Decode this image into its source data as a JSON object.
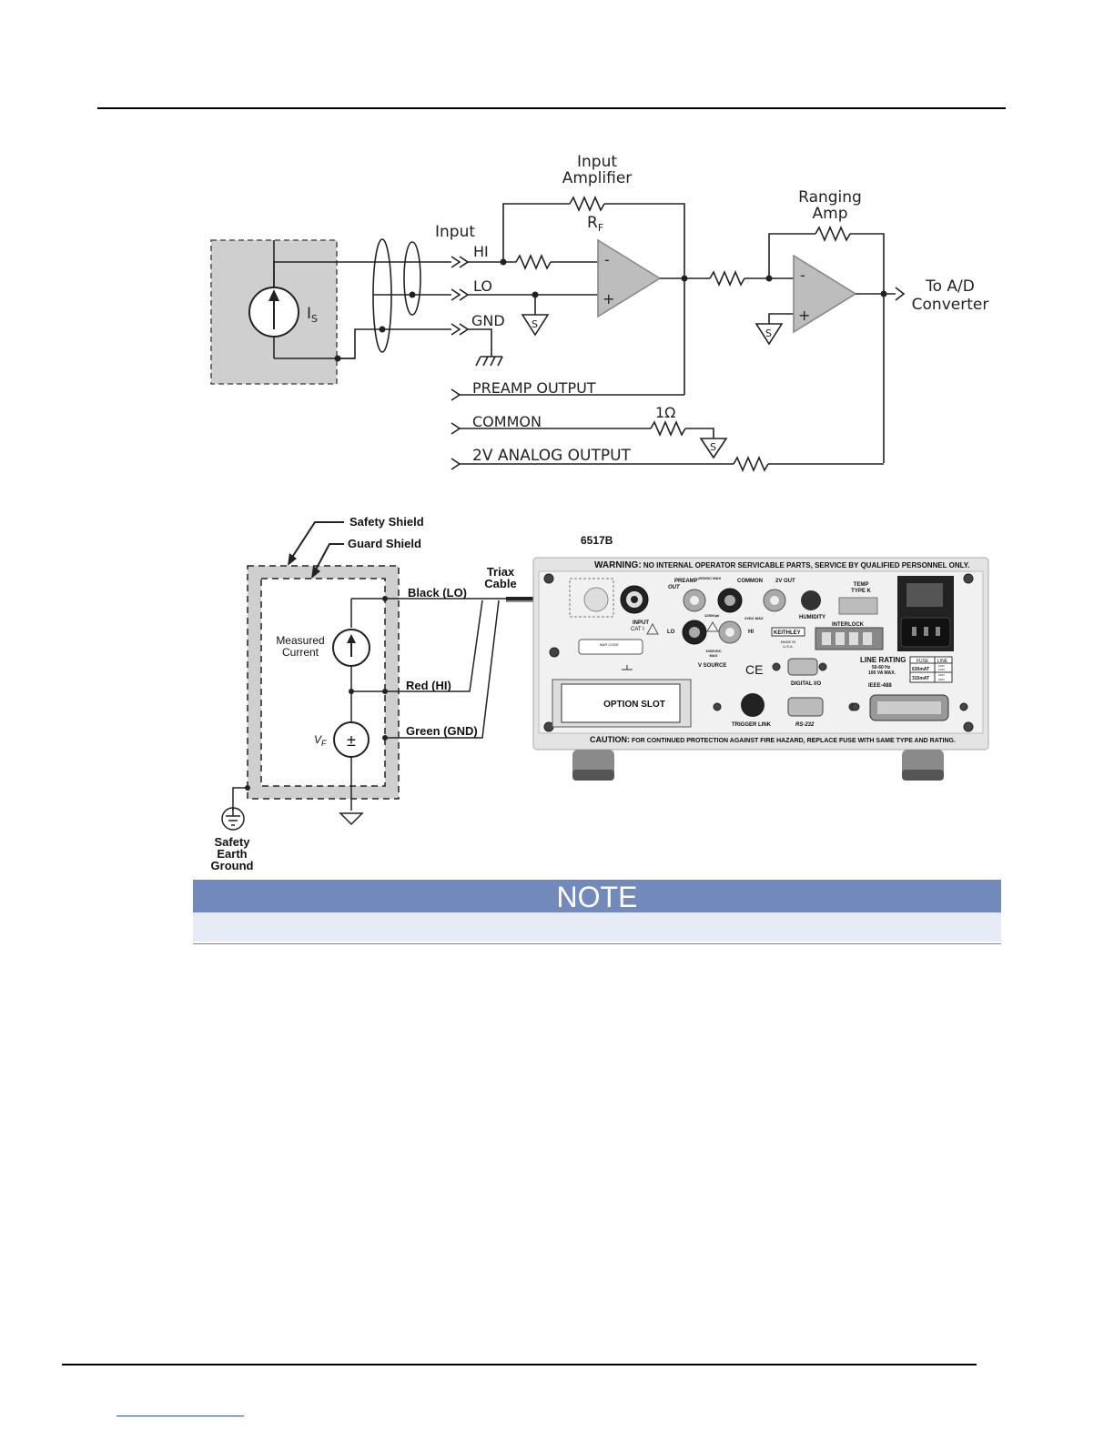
{
  "schematic": {
    "input_amplifier": [
      "Input",
      "Amplifier"
    ],
    "rf": "R",
    "rf_sub": "F",
    "ranging_amp": [
      "Ranging",
      "Amp"
    ],
    "input": "Input",
    "hi": "HI",
    "lo": "LO",
    "gnd": "GND",
    "is_label": "I",
    "is_sub": "S",
    "minus": "-",
    "plus": "+",
    "s": "S",
    "to_ad": [
      "To A/D",
      "Converter"
    ],
    "preamp_output": "PREAMP OUTPUT",
    "common": "COMMON",
    "one_ohm": "1Ω",
    "analog_output": "2V ANALOG OUTPUT"
  },
  "connection": {
    "safety_shield": "Safety Shield",
    "guard_shield": "Guard Shield",
    "measured_current": [
      "Measured",
      "Current"
    ],
    "black_lo": "Black (LO)",
    "red_hi": "Red (HI)",
    "green_gnd": "Green (GND)",
    "vf": "V",
    "vf_sub": "F",
    "plusminus": "±",
    "safety_earth_ground": [
      "Safety",
      "Earth",
      "Ground"
    ],
    "triax_cable": [
      "Triax",
      "Cable"
    ],
    "model": "6517B"
  },
  "panel": {
    "warning_bold": "WARNING:",
    "warning_text": " NO INTERNAL OPERATOR SERVICABLE PARTS, SERVICE BY QUALIFIED PERSONNEL ONLY.",
    "preamp_out": [
      "PREAMP",
      "OUT"
    ],
    "max_250": "250VDC MAX",
    "common": "COMMON",
    "2v_out": "2V OUT",
    "temp": [
      "TEMP",
      "TYPE K"
    ],
    "humidity": "HUMIDITY",
    "input": "INPUT",
    "cat": "CAT I",
    "pk_1250": "1250Vpk",
    "max_2vdc": "2VDC MAX",
    "lo": "LO",
    "hi": "HI",
    "max_1000": [
      "1000VDC",
      "MAX"
    ],
    "v_source": "V SOURCE",
    "keithley": "KEITHLEY",
    "made_in": [
      "MADE IN",
      "U.S.A."
    ],
    "interlock": "INTERLOCK",
    "bar_code": "BAR CODE",
    "ce": "CE",
    "digital_io": "DIGITAL I/O",
    "line_rating": "LINE RATING",
    "hz": "50-60 Hz",
    "va": "100 VA MAX.",
    "fuse": "FUSE",
    "line": "LINE",
    "fuse_630": "630mAT",
    "fuse_315": "315mAT",
    "v1": "100V",
    "v2": "120V",
    "v3": "220V",
    "v4": "240V",
    "ieee": "IEEE-488",
    "option_slot": "OPTION SLOT",
    "trigger_link": "TRIGGER LINK",
    "rs232": "RS-232",
    "caution_bold": "CAUTION:",
    "caution_text": " FOR CONTINUED PROTECTION AGAINST FIRE HAZARD, REPLACE FUSE WITH SAME TYPE AND RATING."
  },
  "note": {
    "title": "NOTE"
  }
}
